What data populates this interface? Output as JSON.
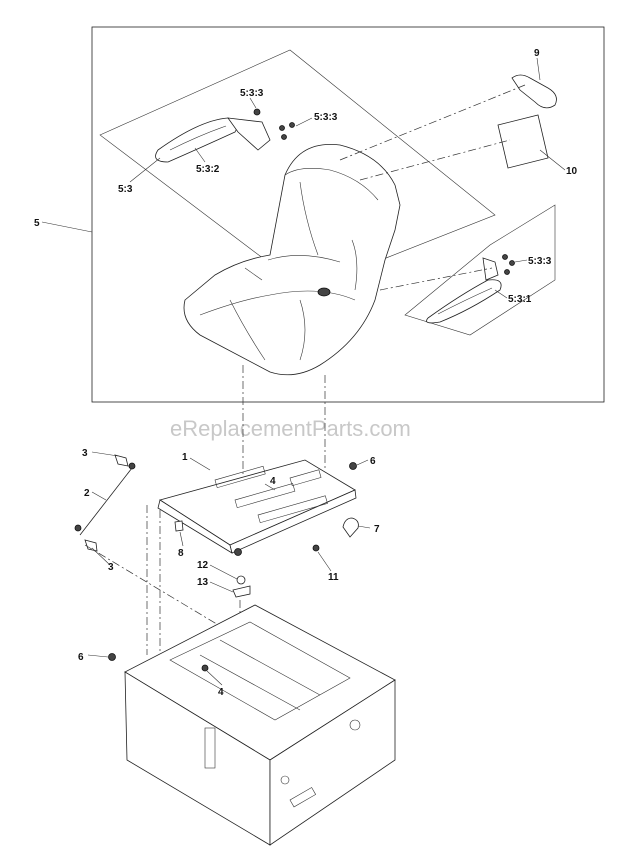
{
  "watermark": "eReplacementParts.com",
  "callouts": {
    "c5": "5",
    "c9": "9",
    "c10": "10",
    "c533a": "5:3:3",
    "c533b": "5:3:3",
    "c533c": "5:3:3",
    "c532": "5:3:2",
    "c53": "5:3",
    "c531": "5:3:1",
    "c3a": "3",
    "c2": "2",
    "c3b": "3",
    "c1": "1",
    "c4a": "4",
    "c6a": "6",
    "c7": "7",
    "c8": "8",
    "c12": "12",
    "c13": "13",
    "c11": "11",
    "c6b": "6",
    "c4b": "4"
  }
}
